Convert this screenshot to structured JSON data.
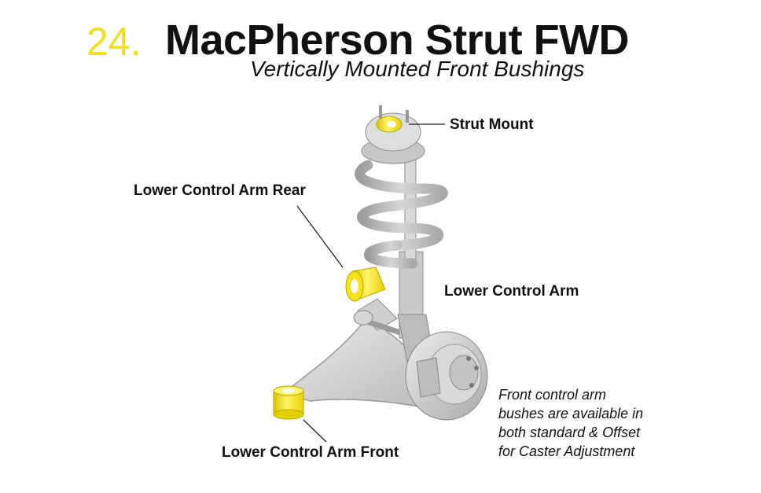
{
  "header": {
    "number": "24.",
    "title": "MacPherson Strut FWD",
    "subtitle": "Vertically Mounted Front Bushings"
  },
  "labels": {
    "strut_mount": "Strut Mount",
    "lower_control_arm_rear": "Lower Control Arm Rear",
    "lower_control_arm": "Lower Control Arm",
    "lower_control_arm_front": "Lower Control Arm Front"
  },
  "note": {
    "lines": [
      "Front control arm",
      "bushes are available in",
      "both standard & Offset",
      "for Caster Adjustment"
    ]
  },
  "colors": {
    "accent": "#f2e01f",
    "bushing": "#f5e21e",
    "metal_light": "#dcdcdc",
    "metal_mid": "#bdbdbd",
    "metal_dark": "#8a8a8a",
    "text": "#111111"
  }
}
